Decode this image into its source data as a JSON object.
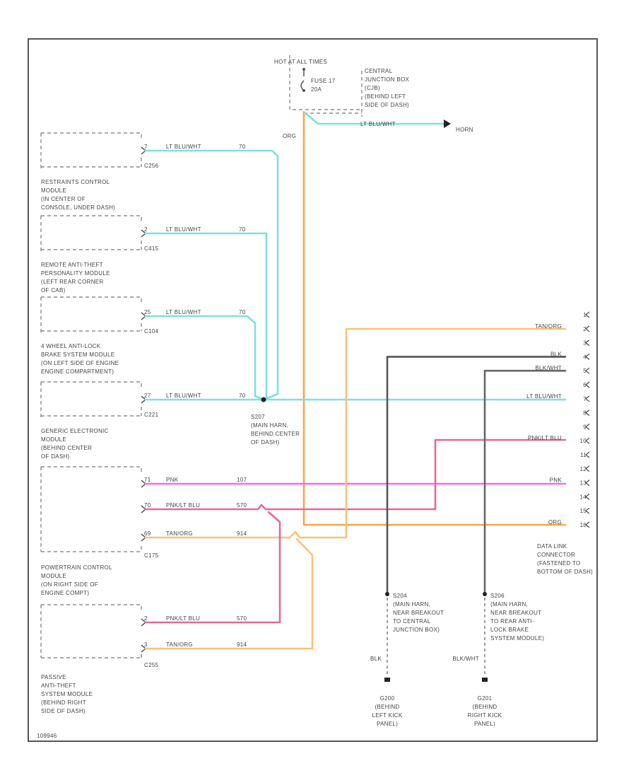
{
  "colors": {
    "lt_blu_wht": "#7fe0e0",
    "org": "#f5a64a",
    "tan_org": "#f8c27a",
    "pnk": "#f06cf0",
    "pnk_lt_blu": "#e06a9a",
    "blk": "#555555",
    "blk_wht": "#666666",
    "frame": "#555555"
  },
  "top": {
    "hot": "HOT AT ALL TIMES",
    "fuse": "FUSE 17\n20A",
    "cjb": "CENTRAL\nJUNCTION BOX\n(CJB)\n(BEHIND LEFT\nSIDE OF DASH)",
    "org": "ORG",
    "horn_wire": "LT BLU/WHT",
    "horn": "HORN"
  },
  "modules": [
    {
      "name": "RESTRAINTS CONTROL\nMODULE\n(IN CENTER OF\nCONSOLE, UNDER DASH)",
      "pin": "7",
      "conn": "C256",
      "wire": "LT BLU/WHT",
      "circ": "70"
    },
    {
      "name": "REMOTE ANTI-THEFT\nPERSONALITY MODULE\n(LEFT REAR CORNER\nOF CAB)",
      "pin": "2",
      "conn": "C415",
      "wire": "LT BLU/WHT",
      "circ": "70"
    },
    {
      "name": "4 WHEEL ANTI-LOCK\nBRAKE SYSTEM MODULE\n(ON LEFT SIDE OF ENGINE\nENGINE COMPARTMENT)",
      "pin": "25",
      "conn": "C104",
      "wire": "LT BLU/WHT",
      "circ": "70"
    },
    {
      "name": "GENERIC ELECTRONIC\nMODULE\n(BEHIND CENTER\nOF DASH)",
      "pin": "27",
      "conn": "C221",
      "wire": "LT BLU/WHT",
      "circ": "70"
    }
  ],
  "splice_s207": "S207\n(MAIN HARN,\nBEHIND CENTER\nOF DASH)",
  "pcm": {
    "name": "POWERTRAIN CONTROL\nMODULE\n(ON RIGHT SIDE OF\nENGINE COMPT)",
    "conn": "C175",
    "pins": [
      {
        "pin": "71",
        "wire": "PNK",
        "circ": "107"
      },
      {
        "pin": "70",
        "wire": "PNK/LT BLU",
        "circ": "570"
      },
      {
        "pin": "69",
        "wire": "TAN/ORG",
        "circ": "914"
      }
    ]
  },
  "pats": {
    "name": "PASSIVE\nANTI-THEFT\nSYSTEM MODULE\n(BEHIND RIGHT\nSIDE OF DASH)",
    "conn": "C255",
    "pins": [
      {
        "pin": "2",
        "wire": "PNK/LT BLU",
        "circ": "570"
      },
      {
        "pin": "3",
        "wire": "TAN/ORG",
        "circ": "914"
      }
    ]
  },
  "dlc": {
    "label": "DATA LINK\nCONNECTOR\n(FASTENED TO\nBOTTOM OF DASH)",
    "pins": [
      {
        "n": "1",
        "wire": ""
      },
      {
        "n": "2",
        "wire": "TAN/ORG"
      },
      {
        "n": "3",
        "wire": ""
      },
      {
        "n": "4",
        "wire": "BLK"
      },
      {
        "n": "5",
        "wire": "BLK/WHT"
      },
      {
        "n": "6",
        "wire": ""
      },
      {
        "n": "7",
        "wire": "LT BLU/WHT"
      },
      {
        "n": "8",
        "wire": ""
      },
      {
        "n": "9",
        "wire": ""
      },
      {
        "n": "10",
        "wire": "PNK/LT BLU"
      },
      {
        "n": "11",
        "wire": ""
      },
      {
        "n": "12",
        "wire": ""
      },
      {
        "n": "13",
        "wire": "PNK"
      },
      {
        "n": "14",
        "wire": ""
      },
      {
        "n": "15",
        "wire": ""
      },
      {
        "n": "16",
        "wire": "ORG"
      }
    ]
  },
  "splices": [
    {
      "id": "S204",
      "text": "S204\n(MAIN HARN,\nNEAR BREAKOUT\nTO CENTRAL\nJUNCTION BOX)"
    },
    {
      "id": "S206",
      "text": "S206\n(MAIN HARN,\nNEAR BREAKOUT\nTO REAR ANTI-\nLOCK BRAKE\nSYSTEM MODULE)"
    }
  ],
  "grounds": [
    {
      "wire": "BLK",
      "text": "G200\n(BEHIND\nLEFT KICK\nPANEL)"
    },
    {
      "wire": "BLK/WHT",
      "text": "G201\n(BEHIND\nRIGHT KICK\nPANEL)"
    }
  ],
  "footer": "109946"
}
